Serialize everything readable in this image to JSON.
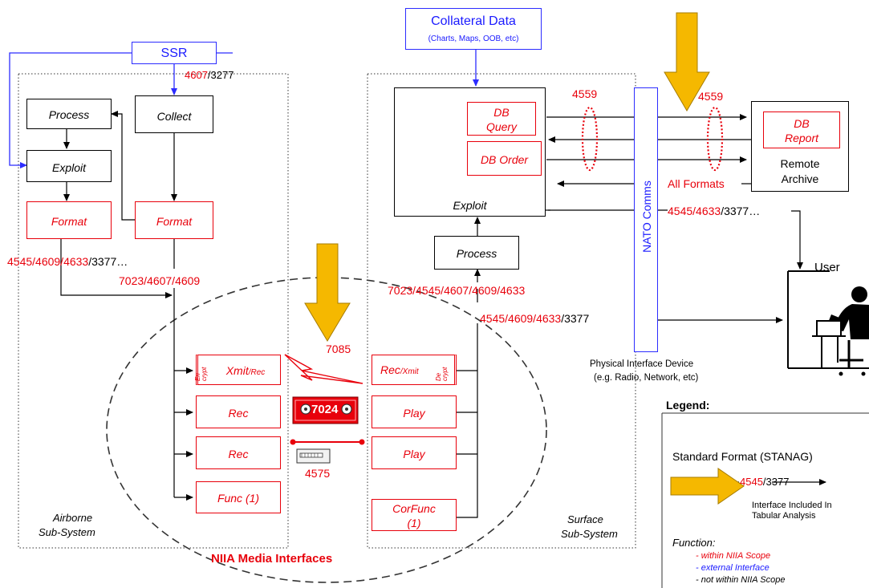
{
  "ssr": "SSR",
  "collateral": {
    "title": "Collateral Data",
    "subtitle": "(Charts, Maps, OOB, etc)"
  },
  "airborne": {
    "standard_top_red": "4607",
    "standard_top_black": "/3277",
    "process": "Process",
    "collect": "Collect",
    "exploit": "Exploit",
    "format_left": "Format",
    "format_right": "Format",
    "std_left_red": "4545/4609/4633",
    "std_left_black": "/3377…",
    "std_mid": "7023/4607/4609",
    "label_line1": "Airborne",
    "label_line2": "Sub-System"
  },
  "media": {
    "encrypt_label": "En crypt",
    "xmit_rec": "Xmit",
    "xmit_rec_small": "/Rec",
    "link_std": "7085",
    "rec1": "Rec",
    "rec2": "Rec",
    "func1": "Func (1)",
    "std_7024": "7024",
    "std_4575": "4575",
    "title": "NIIA Media Interfaces"
  },
  "surface": {
    "rec_xmit": "Rec",
    "rec_xmit_small": "/Xmit",
    "decrypt_label": "De crypt",
    "play1": "Play",
    "play2": "Play",
    "corfunc_line1": "CorFunc",
    "corfunc_line2": "(1)",
    "process": "Process",
    "exploit": "Exploit",
    "db_query_line1": "DB",
    "db_query_line2": "Query",
    "db_order": "DB Order",
    "std_4559_left": "4559",
    "std_4559_right": "4559",
    "std_process": "7023/4545/4607/4609/4633",
    "std_user_red": "4545/4609/4633",
    "std_user_black": "/3377",
    "label_line1": "Surface",
    "label_line2": "Sub-System"
  },
  "nato_comms": "NATO Comms",
  "all_formats": "All Formats",
  "std_right_red": "4545/4633",
  "std_right_black": "/3377…",
  "archive": {
    "db_report_line1": "DB",
    "db_report_line2": "Report",
    "label_line1": "Remote",
    "label_line2": "Archive"
  },
  "user": "User",
  "physical_device": {
    "line1": "Physical Interface Device",
    "line2": "(e.g. Radio, Network, etc)"
  },
  "legend": {
    "title": "Legend:",
    "standard_format": "Standard Format (STANAG)",
    "sample_red": "4545",
    "sample_black": "/3377",
    "interface_line1": "Interface Included In",
    "interface_line2": "Tabular Analysis",
    "function_title": "Function:",
    "within": "- within NIIA Scope",
    "external": "- external Interface",
    "not_within": "- not within NIIA Scope"
  },
  "colors": {
    "red": "#e8000b",
    "blue": "#1a1aff",
    "gold": "#f5b800"
  }
}
